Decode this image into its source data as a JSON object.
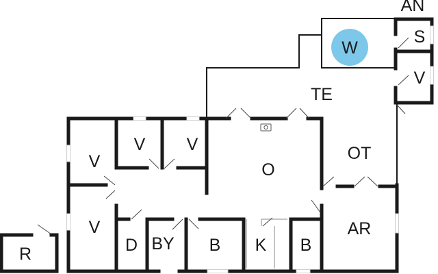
{
  "floor_plan": {
    "rooms": [
      {
        "id": "an",
        "label": "AN"
      },
      {
        "id": "s",
        "label": "S"
      },
      {
        "id": "v-annex",
        "label": "V"
      },
      {
        "id": "w",
        "label": "W"
      },
      {
        "id": "te",
        "label": "TE"
      },
      {
        "id": "v-top-left",
        "label": "V"
      },
      {
        "id": "v-top-middle",
        "label": "V"
      },
      {
        "id": "v-west-upper",
        "label": "V"
      },
      {
        "id": "v-west-lower",
        "label": "V"
      },
      {
        "id": "o",
        "label": "O"
      },
      {
        "id": "ot",
        "label": "OT"
      },
      {
        "id": "ar",
        "label": "AR"
      },
      {
        "id": "d",
        "label": "D"
      },
      {
        "id": "by",
        "label": "BY"
      },
      {
        "id": "b-middle",
        "label": "B"
      },
      {
        "id": "k",
        "label": "K"
      },
      {
        "id": "b-east",
        "label": "B"
      },
      {
        "id": "r",
        "label": "R"
      }
    ],
    "colors": {
      "wall": "#1a1a1a",
      "whirlpool": "#7dc8ea",
      "window": "#ffffff",
      "background": "#ffffff"
    },
    "icons": [
      "stove-icon"
    ]
  }
}
